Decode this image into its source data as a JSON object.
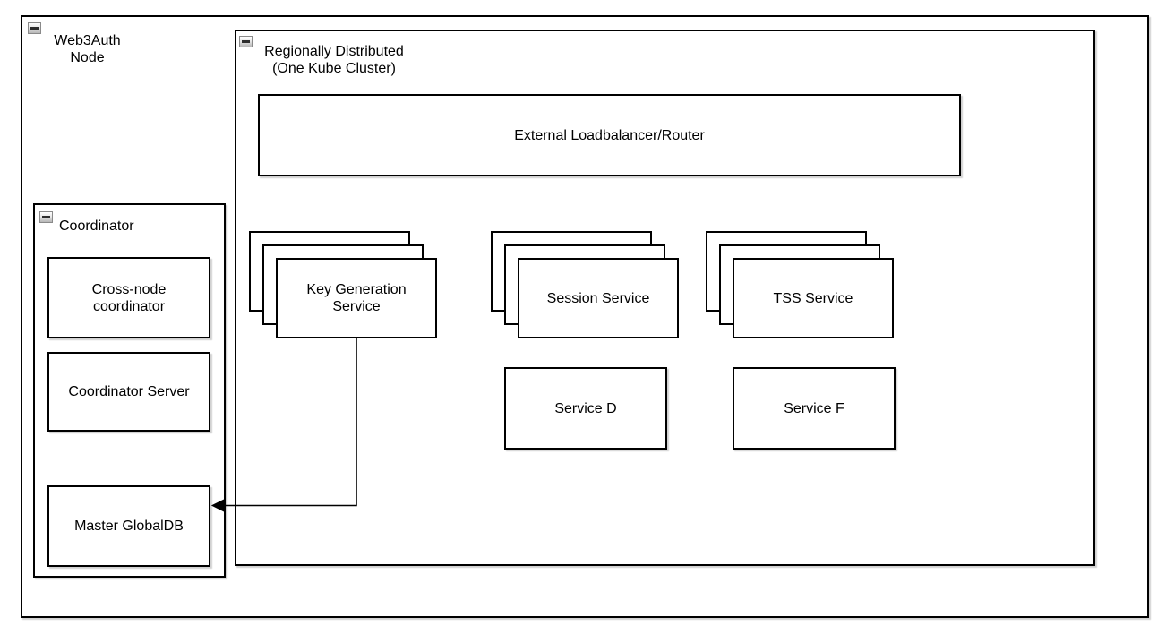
{
  "diagram": {
    "canvas": {
      "background": "#ffffff",
      "stroke_color": "#000000",
      "shadow_color": "#d6d6d6"
    },
    "groups": {
      "web3auth_node": {
        "label": "Web3Auth\nNode",
        "collapse_state": "expanded"
      },
      "regionally_distributed": {
        "label": "Regionally Distributed\n(One Kube Cluster)",
        "collapse_state": "expanded"
      },
      "coordinator": {
        "label": "Coordinator",
        "collapse_state": "expanded"
      }
    },
    "nodes": {
      "external_loadbalancer": {
        "label": "External Loadbalancer/Router"
      },
      "cross_node_coordinator": {
        "label": "Cross-node\ncoordinator"
      },
      "coordinator_server": {
        "label": "Coordinator Server"
      },
      "master_globaldb": {
        "label": "Master GlobalDB"
      },
      "key_generation_service": {
        "label": "Key Generation\nService",
        "replicas": 3
      },
      "session_service": {
        "label": "Session Service",
        "replicas": 3
      },
      "tss_service": {
        "label": "TSS Service",
        "replicas": 3
      },
      "service_d": {
        "label": "Service D"
      },
      "service_f": {
        "label": "Service F"
      }
    },
    "edges": [
      {
        "from": "key_generation_service",
        "to": "master_globaldb",
        "style": "orthogonal",
        "arrowhead": "filled-triangle"
      }
    ]
  }
}
